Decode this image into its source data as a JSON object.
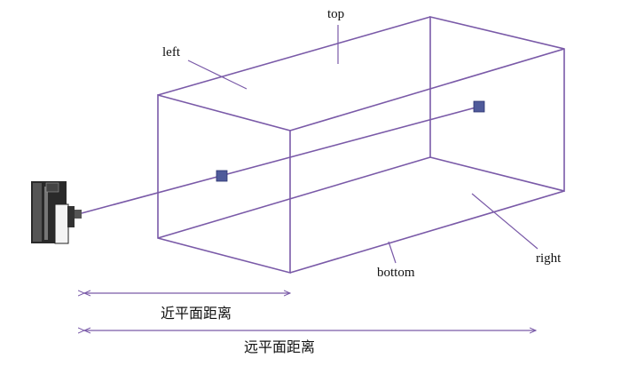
{
  "labels": {
    "top": "top",
    "left": "left",
    "right": "right",
    "bottom": "bottom"
  },
  "dimensions": {
    "near_plane_distance": "近平面距离",
    "far_plane_distance": "远平面距离"
  },
  "colors": {
    "frustum_edge": "#7a5aa8",
    "marker_fill": "#4f5a9a",
    "ink": "#111111"
  },
  "icons": {
    "camera": "camera-icon"
  }
}
